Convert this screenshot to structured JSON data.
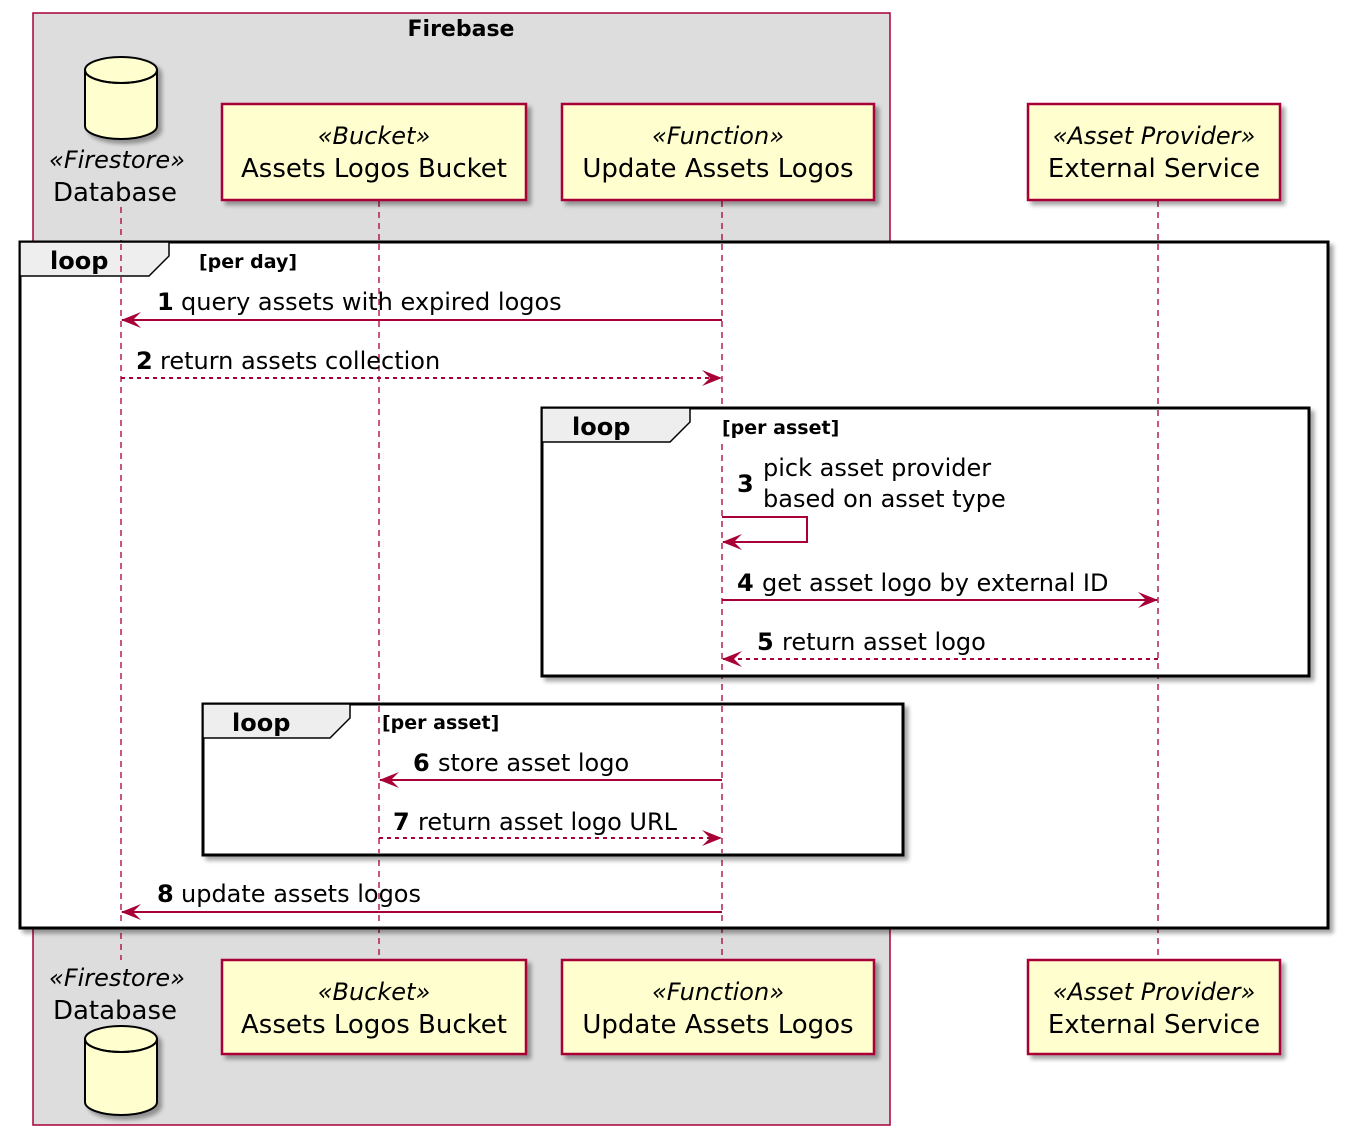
{
  "group": {
    "title": "Firebase"
  },
  "participants": [
    {
      "id": "db",
      "stereotype": "«Firestore»",
      "name": "Database",
      "shape": "database-cylinder"
    },
    {
      "id": "bucket",
      "stereotype": "«Bucket»",
      "name": "Assets Logos Bucket",
      "shape": "box"
    },
    {
      "id": "fn",
      "stereotype": "«Function»",
      "name": "Update Assets Logos",
      "shape": "box"
    },
    {
      "id": "ext",
      "stereotype": "«Asset Provider»",
      "name": "External Service",
      "shape": "box"
    }
  ],
  "loops": [
    {
      "keyword": "loop",
      "condition": "[per day]"
    },
    {
      "keyword": "loop",
      "condition": "[per asset]"
    },
    {
      "keyword": "loop",
      "condition": "[per asset]"
    }
  ],
  "messages": [
    {
      "num": "1",
      "text": "query assets with expired logos",
      "from": "fn",
      "to": "db",
      "style": "solid"
    },
    {
      "num": "2",
      "text": "return assets collection",
      "from": "db",
      "to": "fn",
      "style": "dashed"
    },
    {
      "num": "3",
      "text": "pick asset provider",
      "text2": "based on asset type",
      "from": "fn",
      "to": "fn",
      "style": "self"
    },
    {
      "num": "4",
      "text": "get asset logo by external ID",
      "from": "fn",
      "to": "ext",
      "style": "solid"
    },
    {
      "num": "5",
      "text": "return asset logo",
      "from": "ext",
      "to": "fn",
      "style": "dashed"
    },
    {
      "num": "6",
      "text": "store asset logo",
      "from": "fn",
      "to": "bucket",
      "style": "solid"
    },
    {
      "num": "7",
      "text": "return asset logo URL",
      "from": "bucket",
      "to": "fn",
      "style": "dashed"
    },
    {
      "num": "8",
      "text": "update assets logos",
      "from": "fn",
      "to": "db",
      "style": "solid"
    }
  ],
  "colors": {
    "group_fill": "#dddddd",
    "group_border": "#a80036",
    "participant_fill": "#fefece",
    "participant_border": "#a80036",
    "arrow": "#a80036",
    "lifeline": "#a80036",
    "loop_border": "#000000",
    "loop_tab_fill": "#eeeeee"
  }
}
